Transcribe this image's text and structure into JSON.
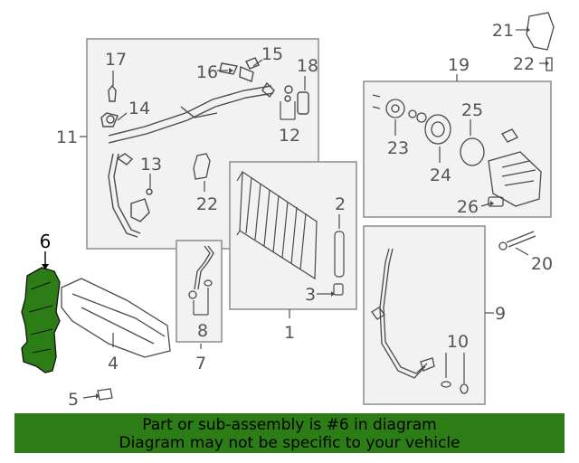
{
  "callouts": {
    "c1": "1",
    "c2": "2",
    "c3": "3",
    "c4": "4",
    "c5": "5",
    "c6": "6",
    "c7": "7",
    "c8": "8",
    "c9": "9",
    "c10": "10",
    "c11": "11",
    "c12": "12",
    "c13": "13",
    "c14": "14",
    "c15": "15",
    "c16": "16",
    "c17": "17",
    "c18": "18",
    "c19": "19",
    "c20": "20",
    "c21": "21",
    "c22a": "22",
    "c22b": "22",
    "c23": "23",
    "c24": "24",
    "c25": "25",
    "c26": "26"
  },
  "highlighted_part": "6",
  "banner": {
    "line1": "Part or sub-assembly is #6 in diagram",
    "line2": "Diagram may not be specific to your vehicle"
  },
  "colors": {
    "highlight_fill": "#2d7d16",
    "banner_bg": "#2d7d16",
    "box_fill": "#f2f2f2",
    "box_stroke": "#8c8c8c",
    "line": "#4a4a4a"
  }
}
